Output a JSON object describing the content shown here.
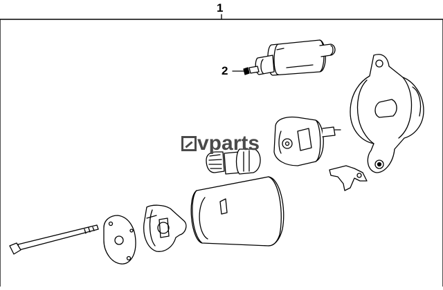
{
  "diagram": {
    "callouts": [
      {
        "label": "1",
        "target": "starter-assembly"
      },
      {
        "label": "2",
        "target": "solenoid-terminal-nut"
      }
    ],
    "watermark": "vparts"
  }
}
